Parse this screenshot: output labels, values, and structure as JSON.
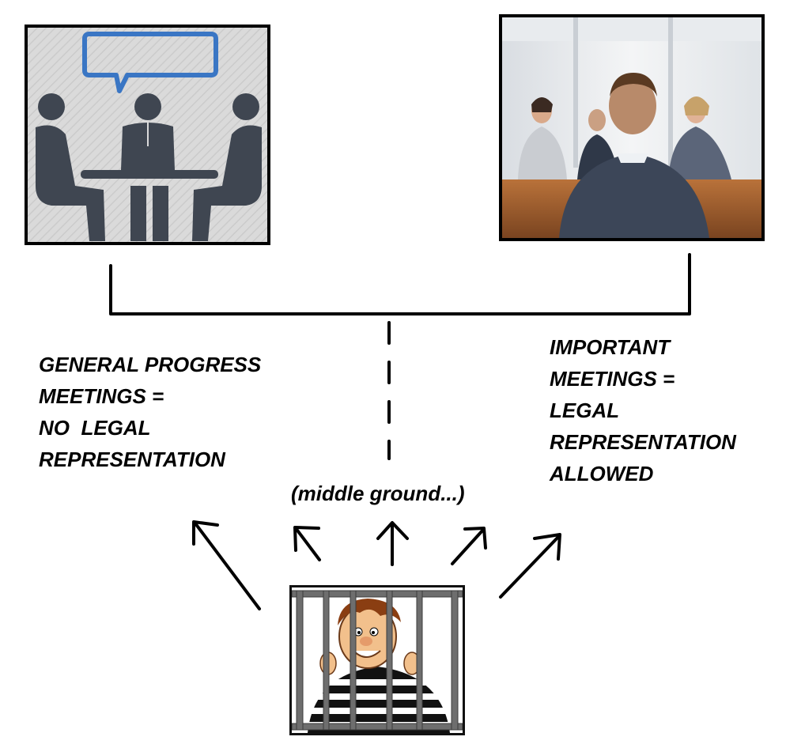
{
  "labels": {
    "left": [
      "GENERAL PROGRESS",
      "MEETINGS =",
      "NO  LEGAL",
      "REPRESENTATION"
    ],
    "right": [
      "IMPORTANT",
      "MEETINGS =",
      "LEGAL",
      "REPRESENTATION",
      "ALLOWED"
    ],
    "middle": "(middle ground...)"
  },
  "images": {
    "left": "meeting-icon-illustration",
    "right": "interview-meeting-photo",
    "bottom": "prisoner-cartoon"
  },
  "colors": {
    "icon_gray": "#3f4651",
    "bubble_blue": "#3a76c4",
    "line": "#000000"
  }
}
